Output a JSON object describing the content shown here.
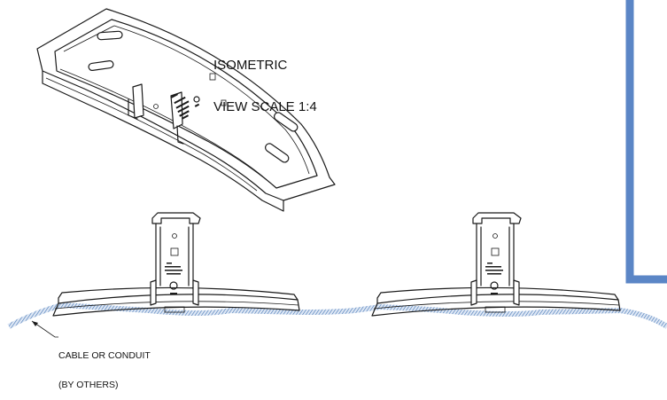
{
  "isometric_label": {
    "line1": "ISOMETRIC",
    "line2": "VIEW SCALE 1:4"
  },
  "callout": {
    "line1": "CABLE OR CONDUIT",
    "line2": "(BY OTHERS)"
  },
  "colors": {
    "line": "#1a1a1a",
    "cable": "#4a7ab8",
    "frame": "#5b86c6",
    "background": "#ffffff"
  }
}
